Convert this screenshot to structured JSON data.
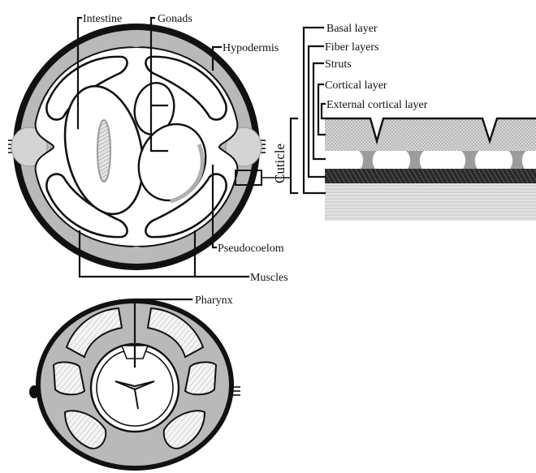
{
  "labels": {
    "intestine": "Intestine",
    "gonads": "Gonads",
    "hypodermis": "Hypodermis",
    "pseudocoelom": "Pseudocoelom",
    "muscles": "Muscles",
    "pharynx": "Pharynx",
    "cuticle": "Cuticle",
    "basal_layer": "Basal layer",
    "fiber_layers": "Fiber layers",
    "struts": "Struts",
    "cortical_layer": "Cortical layer",
    "external_cortical_layer": "External cortical layer"
  },
  "colors": {
    "hypodermis_fill": "#b9b9b9",
    "cuticle_ring": "#111111",
    "background": "#ffffff",
    "cortical_fill": "#c9c9c9"
  }
}
